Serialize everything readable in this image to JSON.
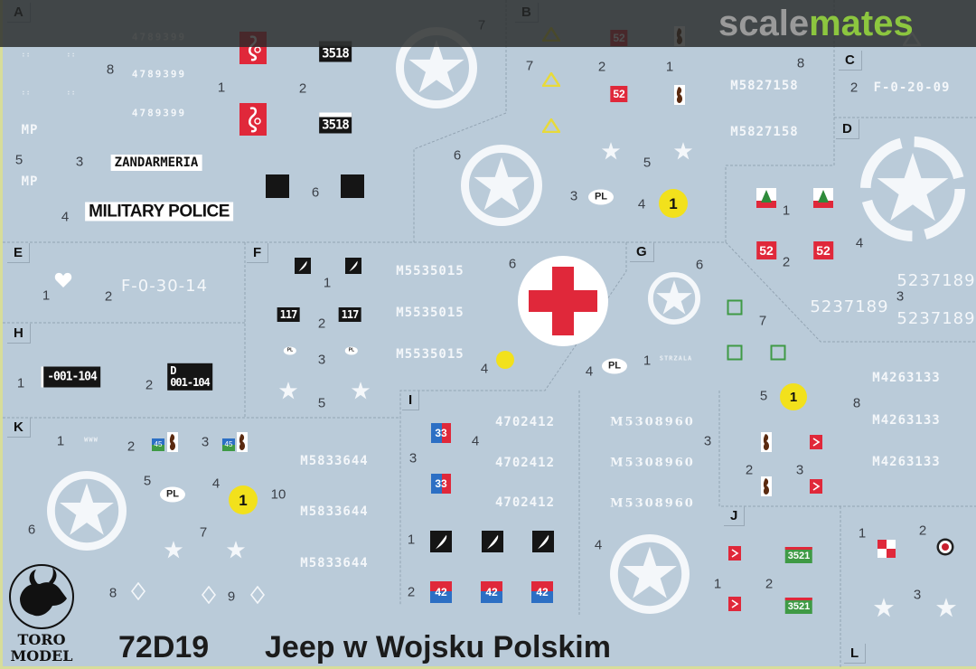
{
  "watermark": {
    "left": "scale",
    "right": "mates"
  },
  "brand": {
    "line1": "TORO",
    "line2": "MODEL"
  },
  "title": {
    "code": "72D19",
    "name": "Jeep w Wojsku Polskim"
  },
  "colors": {
    "sheet": "#bacbd9",
    "white_decal": "#f4f7fa",
    "red": "#e0283a",
    "blue": "#2c6fc4",
    "green": "#3f9a45",
    "yellow": "#f2e11c",
    "black": "#151515",
    "watermark_green": "#8cc63f"
  },
  "panels": {
    "A": {
      "letter": "A",
      "callouts": [
        "7",
        "8",
        "1",
        "2",
        "5",
        "3",
        "6",
        "4"
      ],
      "serial": "4789399",
      "mp": "MP",
      "label_pl": "ZANDARMERIA",
      "label_en": "MILITARY POLICE",
      "plate": "3518",
      "marks": "::"
    },
    "B": {
      "letter": "B",
      "callouts": [
        "7",
        "2",
        "1",
        "8",
        "6",
        "5",
        "3",
        "4"
      ],
      "unit_no": "52",
      "serial": "M5827158",
      "pl": "PL",
      "yellow": "1"
    },
    "C": {
      "letter": "C",
      "callouts": [
        "2"
      ],
      "reg": "F-0-20-09"
    },
    "D": {
      "letter": "D",
      "callouts": [
        "1",
        "4",
        "2",
        "3"
      ],
      "unit_no": "52",
      "serial": "5237189"
    },
    "E": {
      "letter": "E",
      "callouts": [
        "1",
        "2"
      ],
      "reg": "F-0-30-14"
    },
    "F": {
      "letter": "F",
      "callouts": [
        "1",
        "2",
        "3",
        "5",
        "6",
        "4"
      ],
      "badge": "117",
      "pl": "PL",
      "serial": "M5535015"
    },
    "G": {
      "letter": "G",
      "callouts": [
        "6",
        "7",
        "4",
        "1",
        "5",
        "8",
        "3",
        "2",
        "3"
      ],
      "pl": "PL",
      "name": "STRZALA",
      "yellow": "1",
      "serial": "M4263133"
    },
    "H": {
      "letter": "H",
      "callouts": [
        "1",
        "2"
      ],
      "plate1": "-001-104",
      "plate2_top": "D",
      "plate2_bottom": "001-104"
    },
    "I": {
      "letter": "I",
      "callouts": [
        "4",
        "3",
        "1",
        "2",
        "4"
      ],
      "badge": "33",
      "serial": "4702412",
      "badge42": "42",
      "serial2": "M5308960"
    },
    "J": {
      "letter": "J",
      "callouts": [
        "1",
        "2"
      ],
      "plate": "3521"
    },
    "K": {
      "letter": "K",
      "callouts": [
        "1",
        "2",
        "3",
        "5",
        "4",
        "10",
        "6",
        "7",
        "8",
        "9"
      ],
      "badge": "45",
      "pl": "PL",
      "yellow": "1",
      "serial": "M5833644",
      "tiny": "WWW"
    },
    "L": {
      "letter": "L",
      "callouts": [
        "1",
        "2",
        "3"
      ]
    }
  }
}
